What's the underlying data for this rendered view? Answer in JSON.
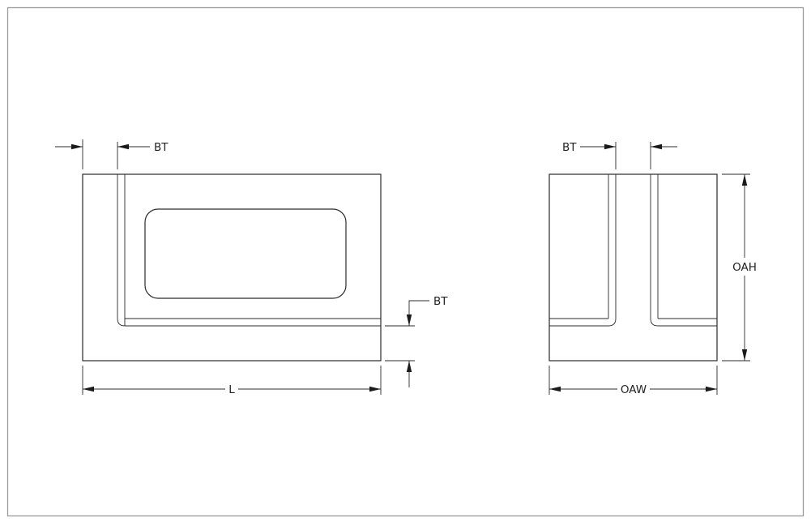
{
  "frame_color": "#9a9a9a",
  "front_view": {
    "dim_bt_top": "BT",
    "dim_bt_side": "BT",
    "dim_length": "L"
  },
  "side_view": {
    "dim_bt_top": "BT",
    "dim_height": "OAH",
    "dim_width": "OAW"
  }
}
